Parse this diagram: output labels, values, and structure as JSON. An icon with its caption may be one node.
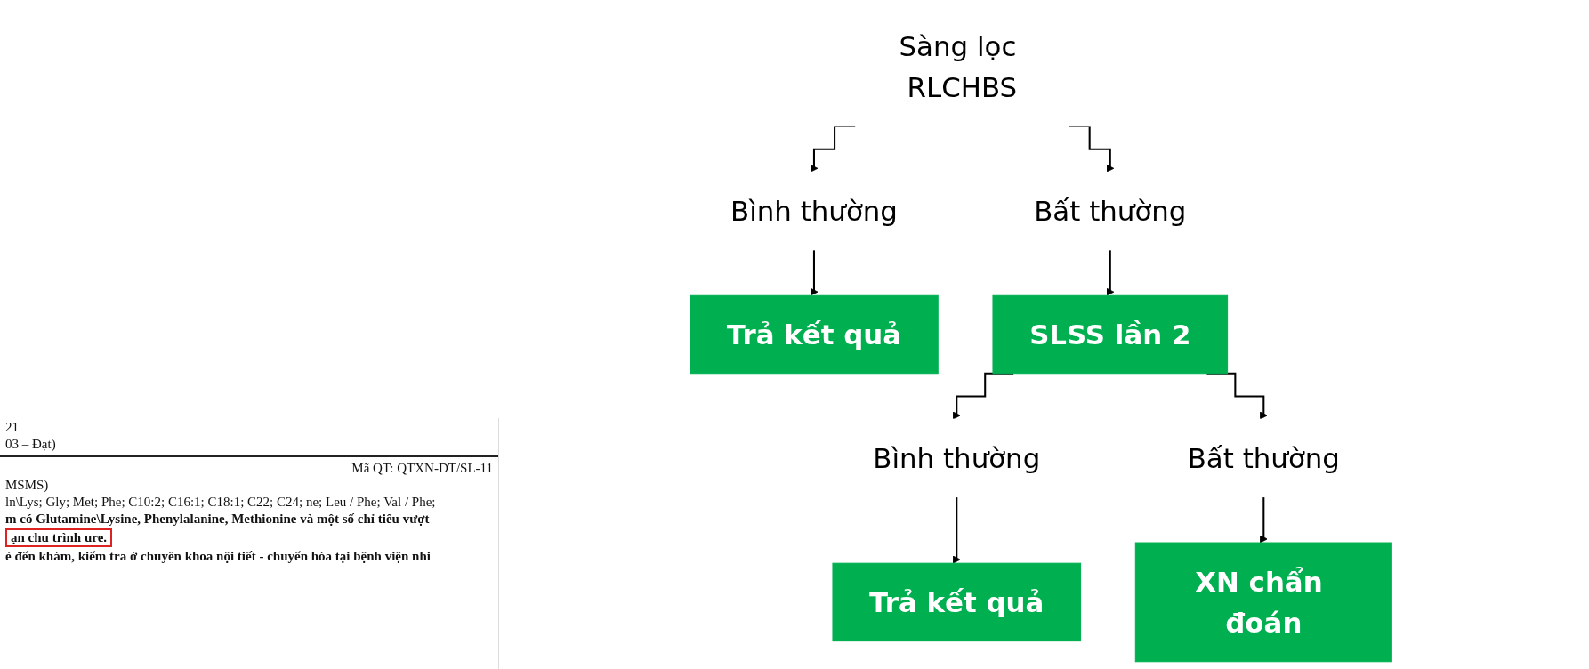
{
  "diagram": {
    "nodes": [
      {
        "text": [
          "Sàng lọc RLCHBS"
        ]
      },
      {
        "text": [
          "Bình thường"
        ]
      },
      {
        "text": [
          "Bất thường"
        ]
      },
      {
        "text": [
          "Trả kết quả"
        ]
      },
      {
        "text": [
          "SLSS lần 2"
        ]
      },
      {
        "text": [
          "Bình thường"
        ]
      },
      {
        "text": [
          "Bất thường"
        ]
      },
      {
        "text": [
          "Trả kết quả"
        ]
      },
      {
        "text": [
          "XN chẩn đoán"
        ]
      }
    ],
    "edges": [
      {
        "from": 0,
        "to": 1,
        "arrow": "to"
      },
      {
        "from": 0,
        "to": 2,
        "arrow": "to"
      },
      {
        "from": 1,
        "to": 3,
        "arrow": "to"
      },
      {
        "from": 2,
        "to": 4,
        "arrow": "to"
      },
      {
        "from": 4,
        "to": 5,
        "arrow": "to"
      },
      {
        "from": 4,
        "to": 6,
        "arrow": "to"
      },
      {
        "from": 5,
        "to": 7,
        "arrow": "to"
      },
      {
        "from": 6,
        "to": 8,
        "arrow": "to"
      }
    ],
    "labels": [
      "21",
      "03 – Đạt)",
      "Mã QT: QTXN-DT/SL-11",
      "MSMS)",
      "ln\\Lys; Gly; Met; Phe; C10:2; C16:1; C18:1; C22; C24; ne; Leu / Phe; Val / Phe;",
      "m có Glutamine\\Lysine, Phenylalanine, Methionine và một số chỉ tiêu vượt",
      "ạn chu trình ure.",
      "ẻ đến khám, kiểm tra ở chuyên khoa nội tiết - chuyển hóa tại bệnh viện nhi"
    ]
  }
}
